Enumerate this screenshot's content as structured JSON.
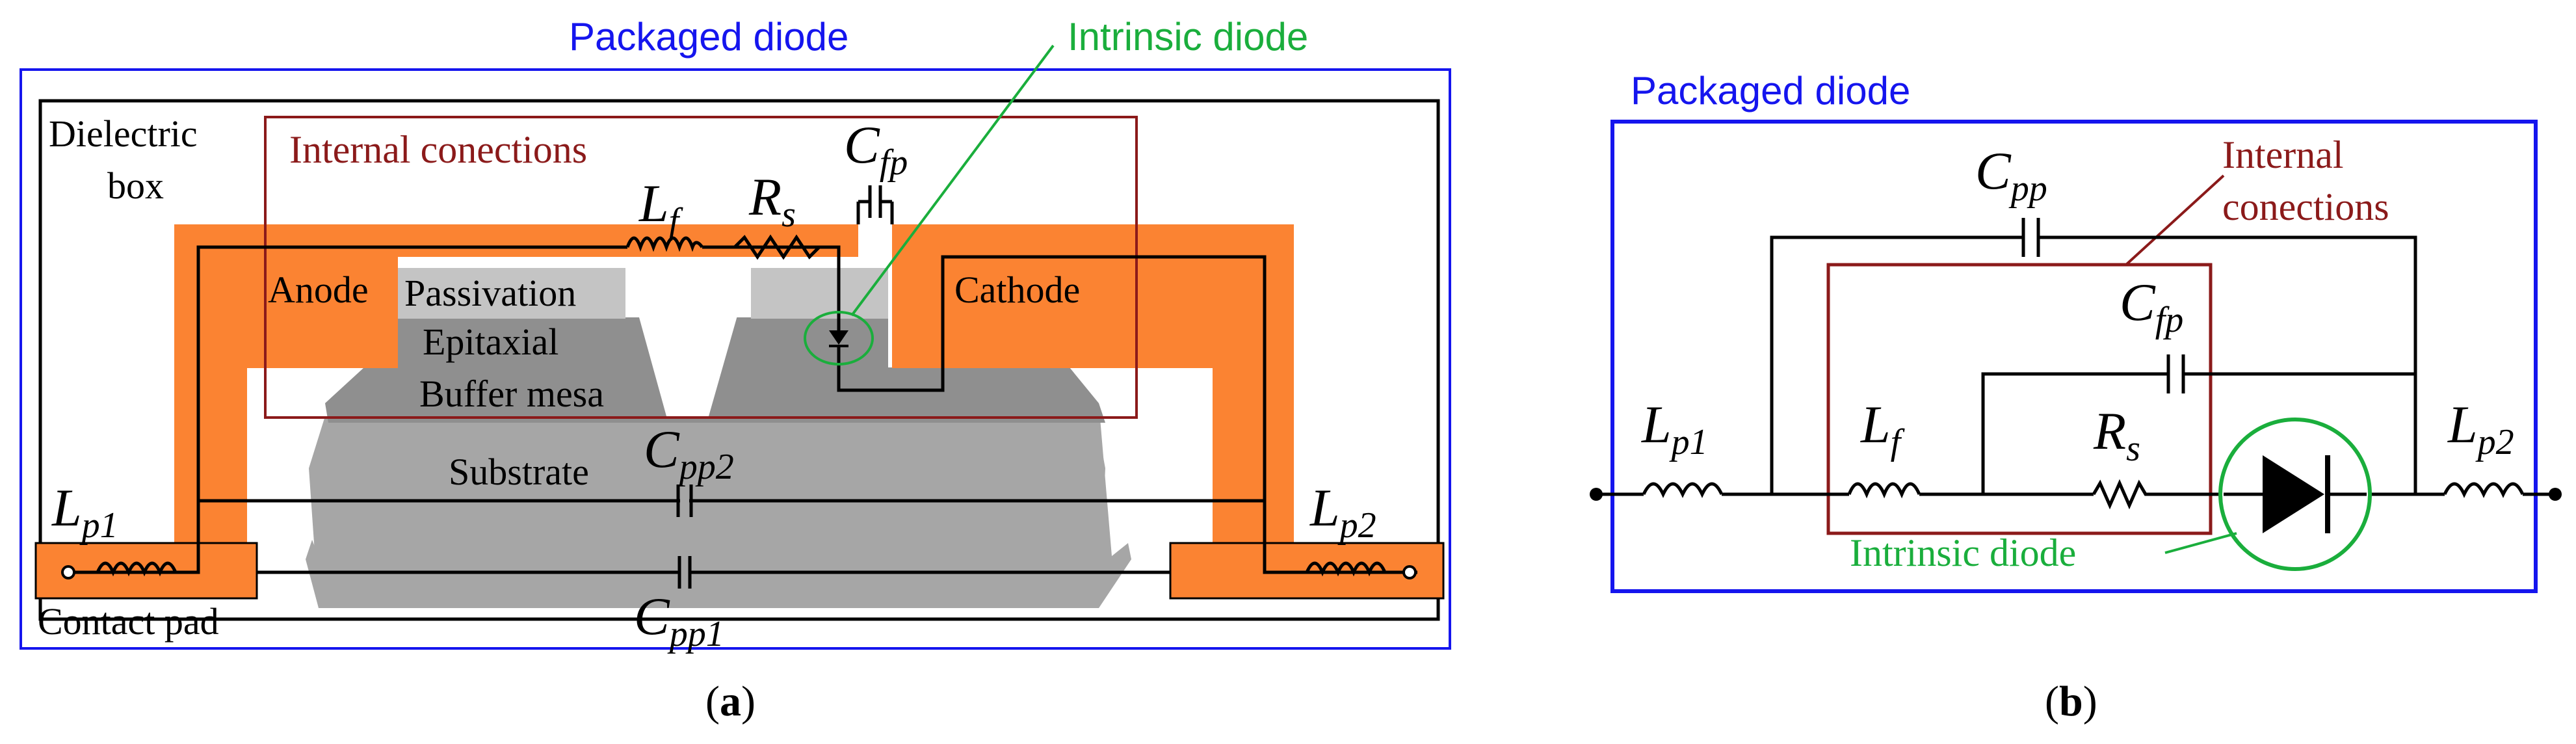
{
  "panel_a": {
    "packaged_label": "Packaged diode",
    "intrinsic_label": "Intrinsic diode",
    "dielectric_label_1": "Dielectric",
    "dielectric_label_2": "box",
    "internal_label": "Internal conections",
    "cfp": {
      "main": "C",
      "sub": "fp"
    },
    "lf": {
      "main": "L",
      "sub": "f"
    },
    "rs": {
      "main": "R",
      "sub": "s"
    },
    "anode": "Anode",
    "cathode": "Cathode",
    "passivation": "Passivation",
    "epitaxial": "Epitaxial",
    "buffer": "Buffer mesa",
    "substrate": "Substrate",
    "cpp2": {
      "main": "C",
      "sub": "pp2"
    },
    "lp1": {
      "main": "L",
      "sub": "p1"
    },
    "lp2": {
      "main": "L",
      "sub": "p2"
    },
    "contact_pad": "Contact pad",
    "cpp1": {
      "main": "C",
      "sub": "pp1"
    },
    "caption_open": "(",
    "caption_letter": "a",
    "caption_close": ")"
  },
  "panel_b": {
    "packaged_label": "Packaged diode",
    "cpp": {
      "main": "C",
      "sub": "pp"
    },
    "internal_label_1": "Internal",
    "internal_label_2": "conections",
    "cfp": {
      "main": "C",
      "sub": "fp"
    },
    "lp1": {
      "main": "L",
      "sub": "p1"
    },
    "lf": {
      "main": "L",
      "sub": "f"
    },
    "rs": {
      "main": "R",
      "sub": "s"
    },
    "lp2": {
      "main": "L",
      "sub": "p2"
    },
    "intrinsic_label": "Intrinsic diode",
    "caption_open": "(",
    "caption_letter": "b",
    "caption_close": ")"
  },
  "colors": {
    "package_blue": "#1515ee",
    "intrinsic_green": "#1aae3c",
    "internal_red": "#8b1a1a",
    "metal_orange": "#fb8332",
    "layer_light_gray": "#c4c4c4",
    "layer_mid_gray": "#a6a6a6",
    "layer_dark_gray": "#8f8f8f"
  }
}
